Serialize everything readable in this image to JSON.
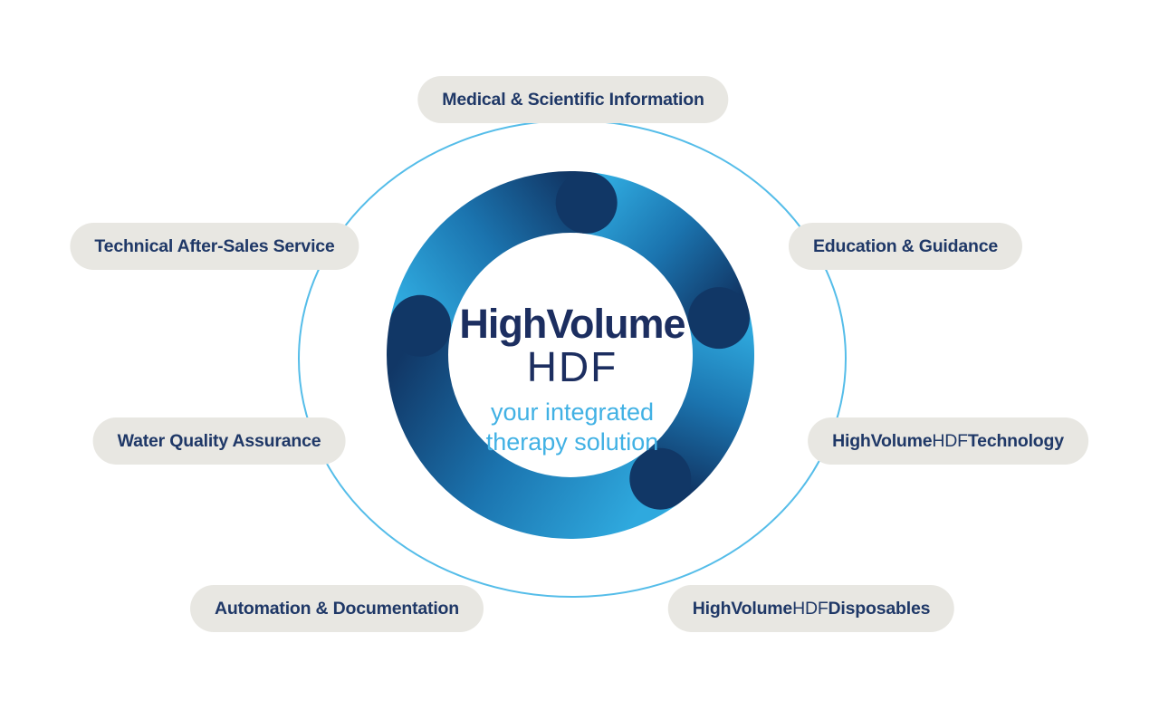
{
  "center": {
    "title_line1": "HighVolume",
    "title_line2": "HDF",
    "tagline_line1": "your integrated",
    "tagline_line2": "therapy solution"
  },
  "labels": [
    {
      "id": "medical-scientific-information",
      "parts": [
        {
          "text": "Medical & Scientific Information",
          "bold": true
        }
      ]
    },
    {
      "id": "technical-after-sales-service",
      "parts": [
        {
          "text": "Technical After-Sales Service",
          "bold": true
        }
      ]
    },
    {
      "id": "education-guidance",
      "parts": [
        {
          "text": "Education & Guidance",
          "bold": true
        }
      ]
    },
    {
      "id": "water-quality-assurance",
      "parts": [
        {
          "text": "Water Quality Assurance",
          "bold": true
        }
      ]
    },
    {
      "id": "highvolumehdf-technology",
      "parts": [
        {
          "text": "HighVolume",
          "bold": true
        },
        {
          "text": "HDF",
          "bold": false
        },
        {
          "text": " Technology",
          "bold": true
        }
      ]
    },
    {
      "id": "automation-documentation",
      "parts": [
        {
          "text": "Automation & Documentation",
          "bold": true
        }
      ]
    },
    {
      "id": "highvolumehdf-disposables",
      "parts": [
        {
          "text": "HighVolume",
          "bold": true
        },
        {
          "text": "HDF",
          "bold": false
        },
        {
          "text": " Disposables",
          "bold": true
        }
      ]
    }
  ],
  "colors": {
    "background": "#FFFFFF",
    "ring_gradient_light": "#2FA9DE",
    "ring_gradient_mid": "#1B74AF",
    "ring_gradient_dark": "#113766",
    "connector_circle": "#55BDE9",
    "pill_background": "#E8E7E2",
    "pill_text": "#1F3867",
    "center_title_text": "#1C2E60",
    "tagline_text": "#41B1E4"
  }
}
